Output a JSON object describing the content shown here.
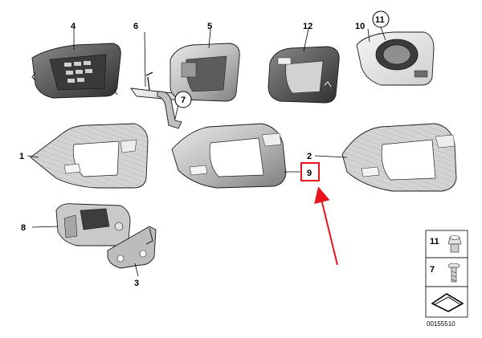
{
  "callouts": {
    "c1": "1",
    "c2": "2",
    "c3": "3",
    "c4": "4",
    "c5": "5",
    "c6": "6",
    "c7": "7",
    "c8": "8",
    "c9": "9",
    "c10": "10",
    "c11": "11",
    "c12": "12"
  },
  "legend": {
    "item_11": "11",
    "item_7": "7"
  },
  "catalog_number": "00155510",
  "colors": {
    "highlight": "#e8141c",
    "ink": "#1a1a1a"
  }
}
